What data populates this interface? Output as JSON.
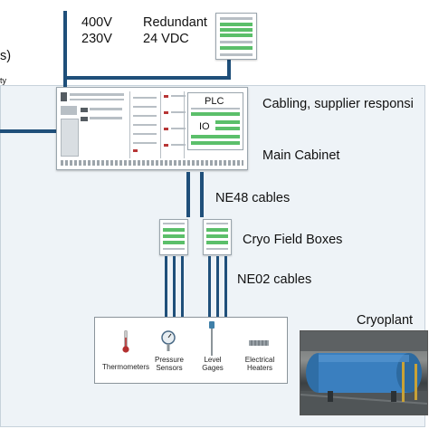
{
  "power": {
    "voltage_line1": "400V",
    "voltage_line2": "230V",
    "redundant_line1": "Redundant",
    "redundant_line2": "24 VDC"
  },
  "left_edge": {
    "fragment_top": "s)",
    "fragment_bottom": "ty"
  },
  "main_cabinet": {
    "title": "Main Cabinet",
    "plc_label": "PLC",
    "io_label": "IO",
    "cabling_note": "Cabling, supplier responsi"
  },
  "cables": {
    "ne48": "NE48 cables",
    "ne02": "NE02 cables"
  },
  "field_boxes": {
    "title": "Cryo Field Boxes"
  },
  "sensors": [
    {
      "label": "Thermometers",
      "icon": "thermometer-icon"
    },
    {
      "label": "Pressure\nSensors",
      "icon": "pressure-gauge-icon"
    },
    {
      "label": "Level\nGages",
      "icon": "level-gauge-icon"
    },
    {
      "label": "Electrical\nHeaters",
      "icon": "heater-icon"
    }
  ],
  "cryoplant": {
    "title": "Cryoplant"
  },
  "colors": {
    "cable": "#1f4f7a",
    "panel": "#eef3f7",
    "terminal_green": "#5bbf6a"
  }
}
